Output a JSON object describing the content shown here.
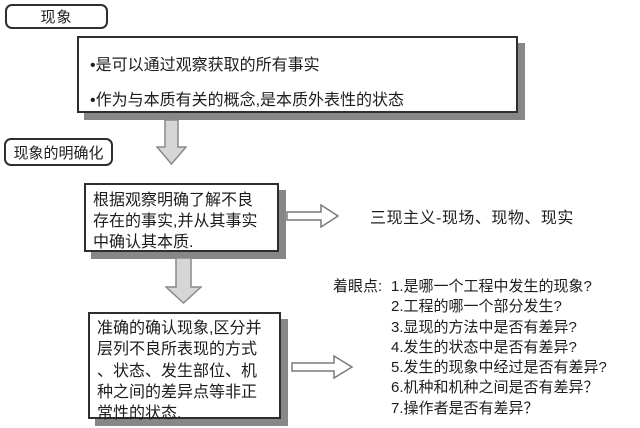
{
  "colors": {
    "background": "#ffffff",
    "box_border": "#2e2e2e",
    "box_shadow": "#878787",
    "arrow_fill": "#d6d6d6",
    "arrow_stroke": "#8a8a8a",
    "hollow_arrow_fill": "#ffffff",
    "text": "#1d1d1d"
  },
  "labels": {
    "phenomenon": "现象",
    "clarification": "现象的明确化"
  },
  "facts_box": {
    "lines": [
      "•是可以通过观察获取的所有事实",
      "•作为与本质有关的概念,是本质外表性的状态"
    ]
  },
  "understand_box": {
    "lines": [
      "根据观察明确了解不良",
      "存在的事实,并从其事实",
      "中确认其本质."
    ]
  },
  "sangen_text": "三现主义-现场、现物、现实",
  "confirm_box": {
    "lines": [
      "准确的确认现象,区分并",
      "层列不良所表现的方式",
      "、状态、发生部位、机",
      "种之间的差异点等非正",
      "常性的状态."
    ]
  },
  "focus_points": {
    "prefix": "着眼点:",
    "items": [
      "1.是哪一个工程中发生的现象?",
      "2.工程的哪一个部分发生?",
      "3.显现的方法中是否有差异?",
      "4.发生的状态中是否有差异?",
      "5.发生的现象中经过是否有差异?",
      "6.机种和机种之间是否有差异？",
      "7.操作者是否有差异？"
    ]
  }
}
